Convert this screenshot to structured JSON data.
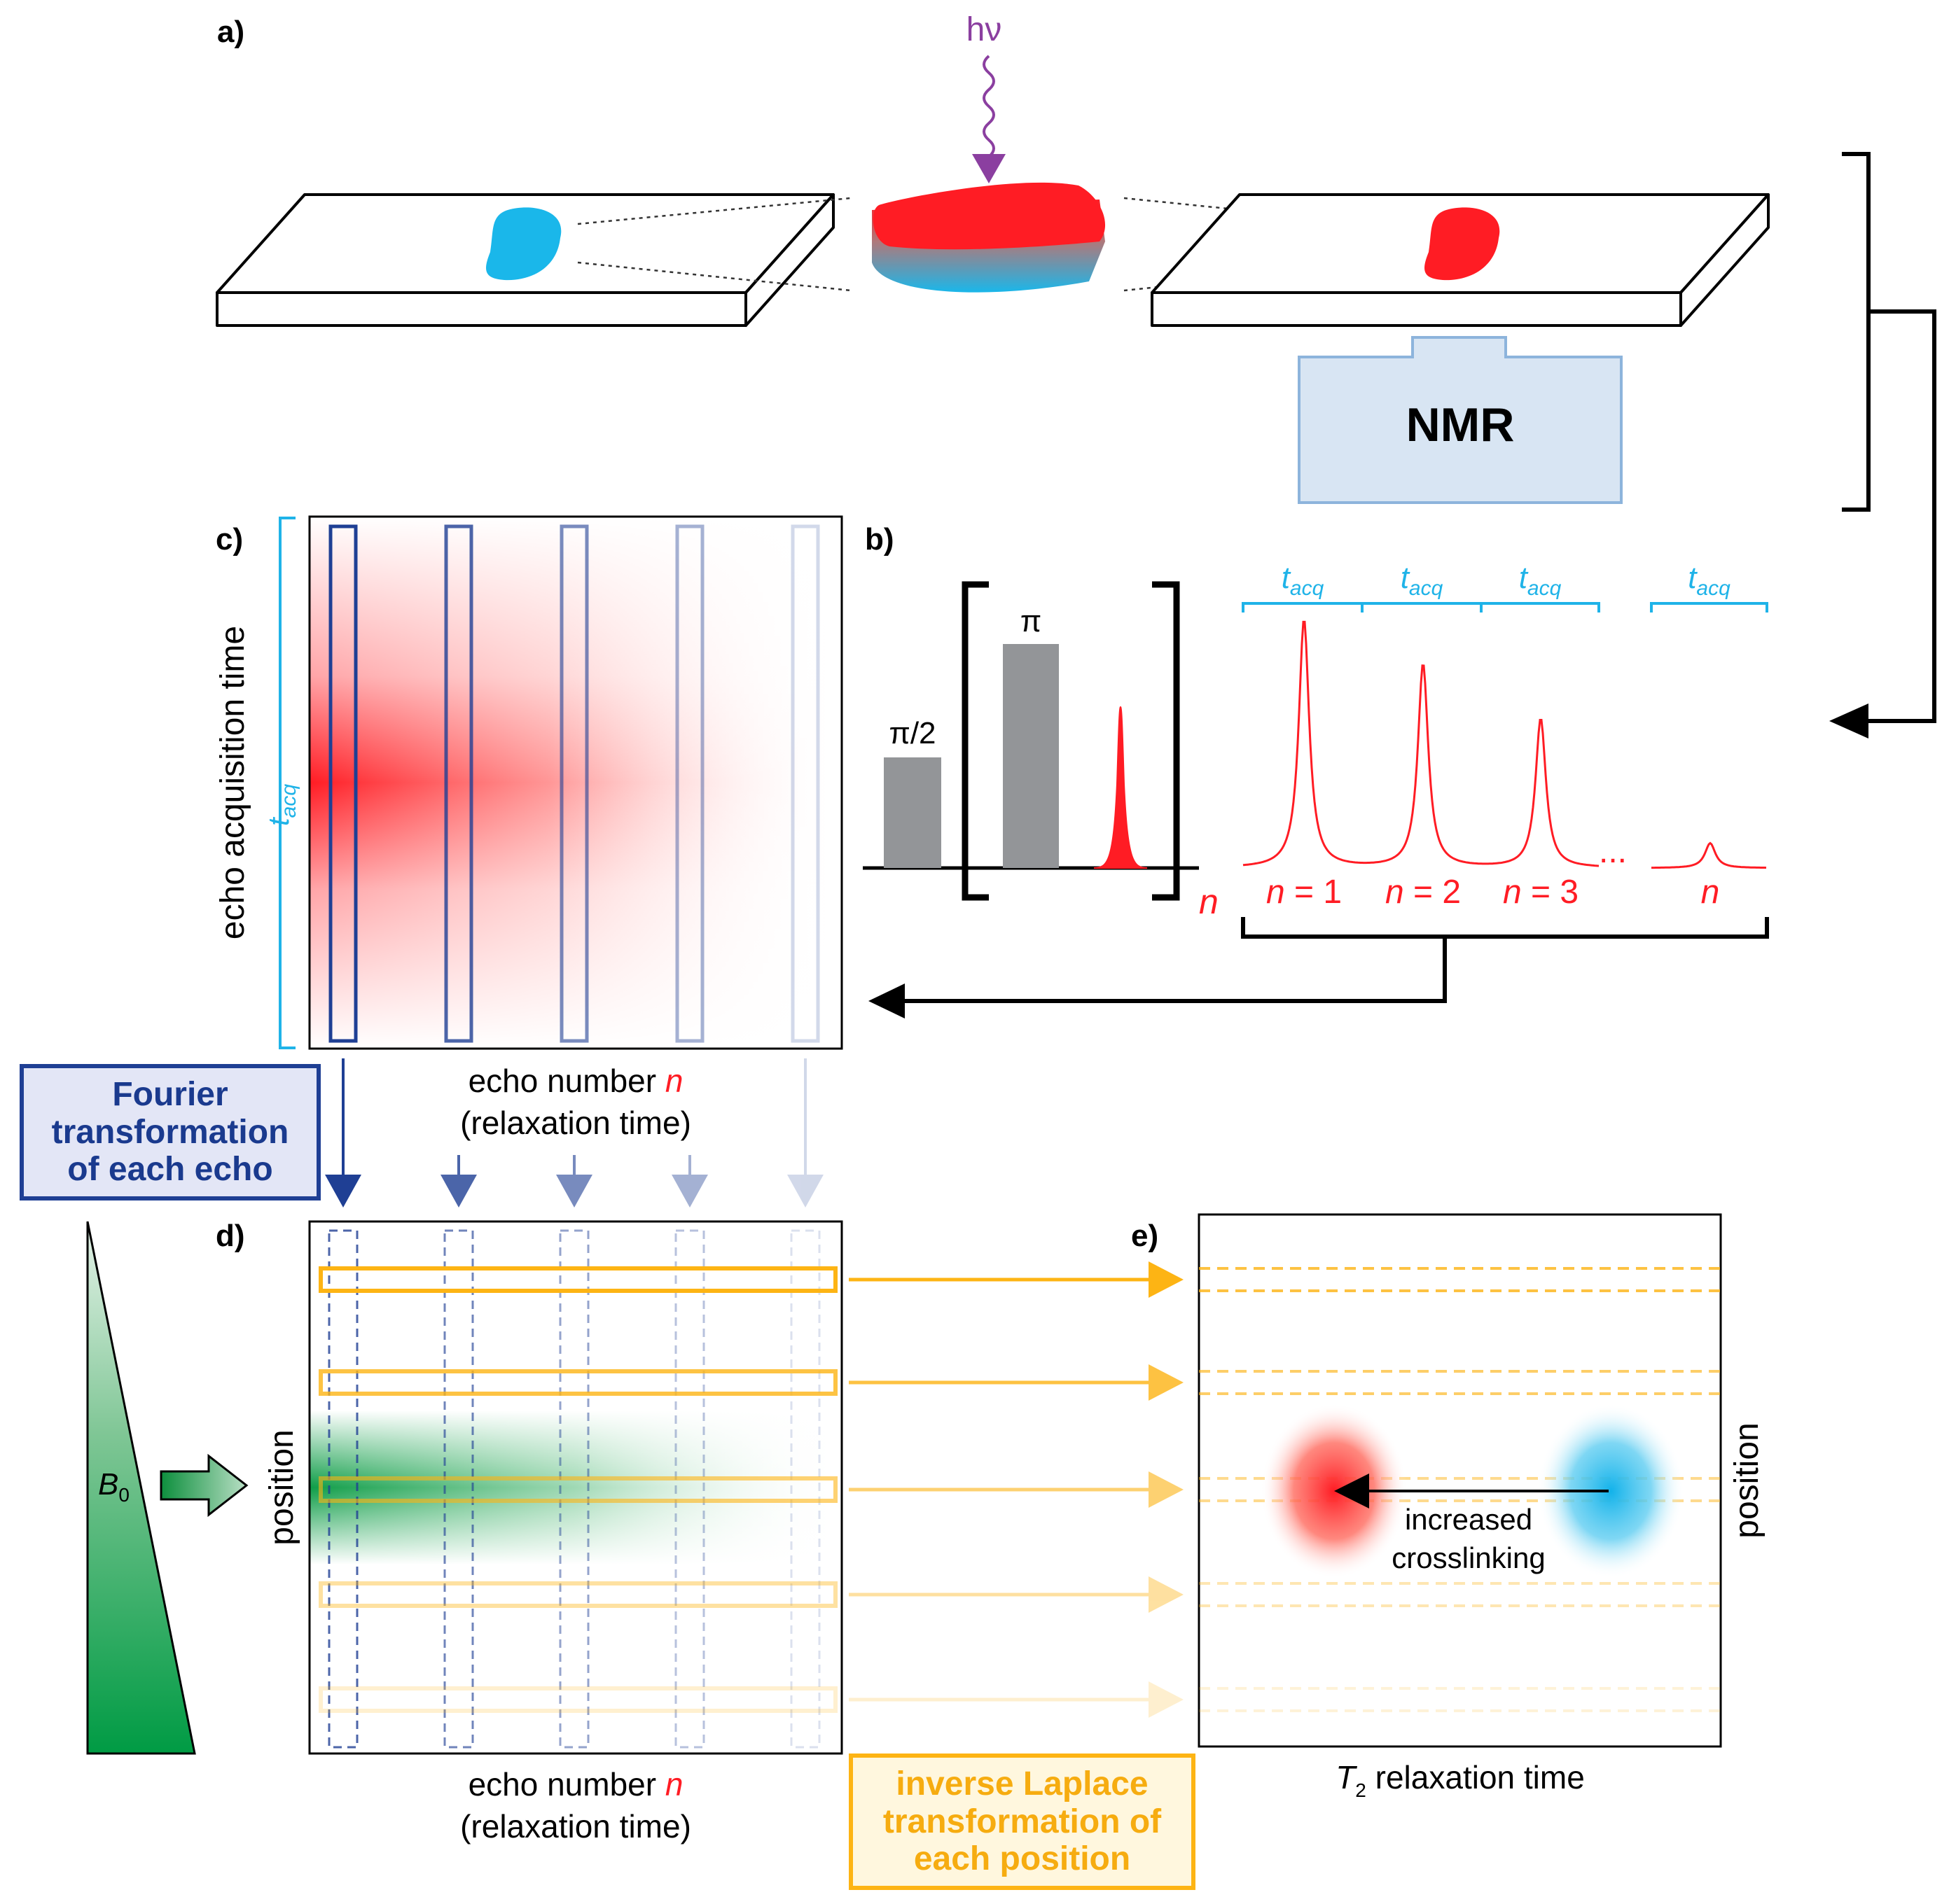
{
  "panels": {
    "a": "a)",
    "b": "b)",
    "c": "c)",
    "d": "d)",
    "e": "e)"
  },
  "light_label": "hν",
  "instrument_label": "NMR",
  "pulse": {
    "half_pi": "π/2",
    "pi": "π",
    "repeat_n": "n"
  },
  "tacq": {
    "t": "t",
    "sub": "acq"
  },
  "echo_labels": [
    {
      "n": "n",
      "rest": " = 1"
    },
    {
      "n": "n",
      "rest": " = 2"
    },
    {
      "n": "n",
      "rest": " = 3"
    },
    {
      "n": "n",
      "rest": ""
    }
  ],
  "ellipsis": "...",
  "axis_c_y": "echo acquisition time",
  "axis_echo_line1_a": "echo number ",
  "axis_echo_line1_n": "n",
  "axis_echo_line2": "(relaxation time)",
  "axis_position": "position",
  "b0": {
    "b": "B",
    "sub": "0"
  },
  "t2_axis": {
    "t": "T",
    "sub": "2",
    "rest": " relaxation time"
  },
  "crosslink_label": [
    "increased",
    "crosslinking"
  ],
  "fourier_box": [
    "Fourier",
    "transformation",
    "of each echo"
  ],
  "laplace_box": [
    "inverse Laplace",
    "transformation of",
    "each position"
  ],
  "colors": {
    "red": "#ff1c24",
    "blue": "#1ab7ea",
    "navy": "#1f3f94",
    "cyan": "#1fb3e8",
    "purple": "#8b3fa0",
    "yellow": "#fdb414",
    "green": "#0f9d48",
    "nmr_fill": "#d8e5f3",
    "nmr_stroke": "#8db4dc",
    "gray": "#939598"
  },
  "echo_amplitudes": [
    1.0,
    0.82,
    0.6,
    0.1
  ]
}
